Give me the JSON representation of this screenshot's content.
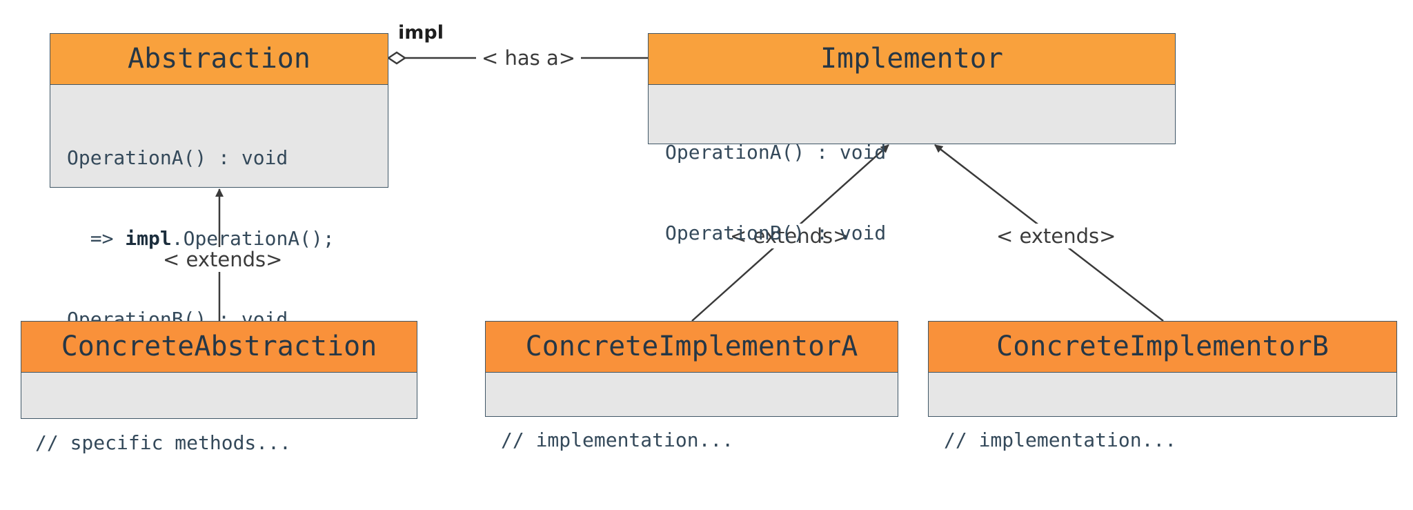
{
  "classes": {
    "abstraction": {
      "name": "Abstraction",
      "lines": [
        "OperationA() : void",
        "OperationB() : void"
      ],
      "delegate": {
        "arrow": "  => ",
        "target": "impl",
        "call": ".OperationA();"
      }
    },
    "implementor": {
      "name": "Implementor",
      "lines": [
        "OperationA() : void",
        "OperationB() : void"
      ]
    },
    "concrete_abstraction": {
      "name": "ConcreteAbstraction",
      "lines": [
        "// specific methods..."
      ]
    },
    "concrete_implementor_a": {
      "name": "ConcreteImplementorA",
      "lines": [
        "// implementation..."
      ]
    },
    "concrete_implementor_b": {
      "name": "ConcreteImplementorB",
      "lines": [
        "// implementation..."
      ]
    }
  },
  "relations": {
    "aggregation": {
      "role": "impl",
      "label": "< has a>"
    },
    "extends_abstraction": {
      "label": "< extends>"
    },
    "extends_impl_a": {
      "label": "< extends>"
    },
    "extends_impl_b": {
      "label": "< extends>"
    }
  },
  "colors": {
    "header_fill": "#f9a13d",
    "body_fill": "#e6e6e6",
    "border": "#3f5666",
    "connector": "#3a3a3a"
  }
}
